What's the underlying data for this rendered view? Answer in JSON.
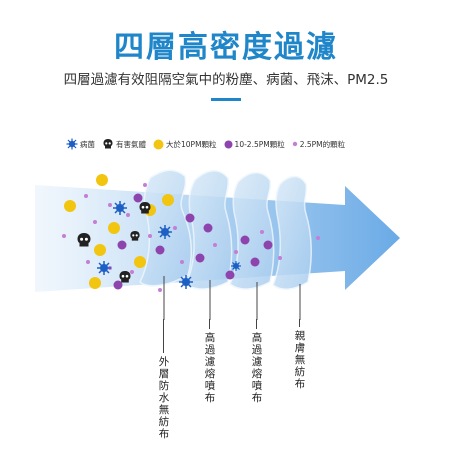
{
  "header": {
    "title": "四層高密度過濾",
    "subtitle": "四層過濾有效阻隔空氣中的粉塵、病菌、飛沫、PM2.5"
  },
  "legend": [
    {
      "icon": "virus-icon",
      "label": "病菌",
      "color": "#1e5fc4"
    },
    {
      "icon": "skull-icon",
      "label": "有害氣體",
      "color": "#222222"
    },
    {
      "icon": "yellow-dot-icon",
      "label": "大於10PM顆粒",
      "color": "#f2c511"
    },
    {
      "icon": "purple-dot-icon",
      "label": "10-2.5PM顆粒",
      "color": "#8e44ad"
    },
    {
      "icon": "small-purple-dot-icon",
      "label": "2.5PM的顆粒",
      "color": "#c47ed6"
    }
  ],
  "layers": [
    {
      "label": "外層防水無紡布"
    },
    {
      "label": "高過濾熔噴布"
    },
    {
      "label": "高過濾熔噴布"
    },
    {
      "label": "親膚無紡布"
    }
  ],
  "colors": {
    "accent": "#1f86c9",
    "layer_fill": "#bcd9f2",
    "arrow": "#7fb7e8"
  }
}
